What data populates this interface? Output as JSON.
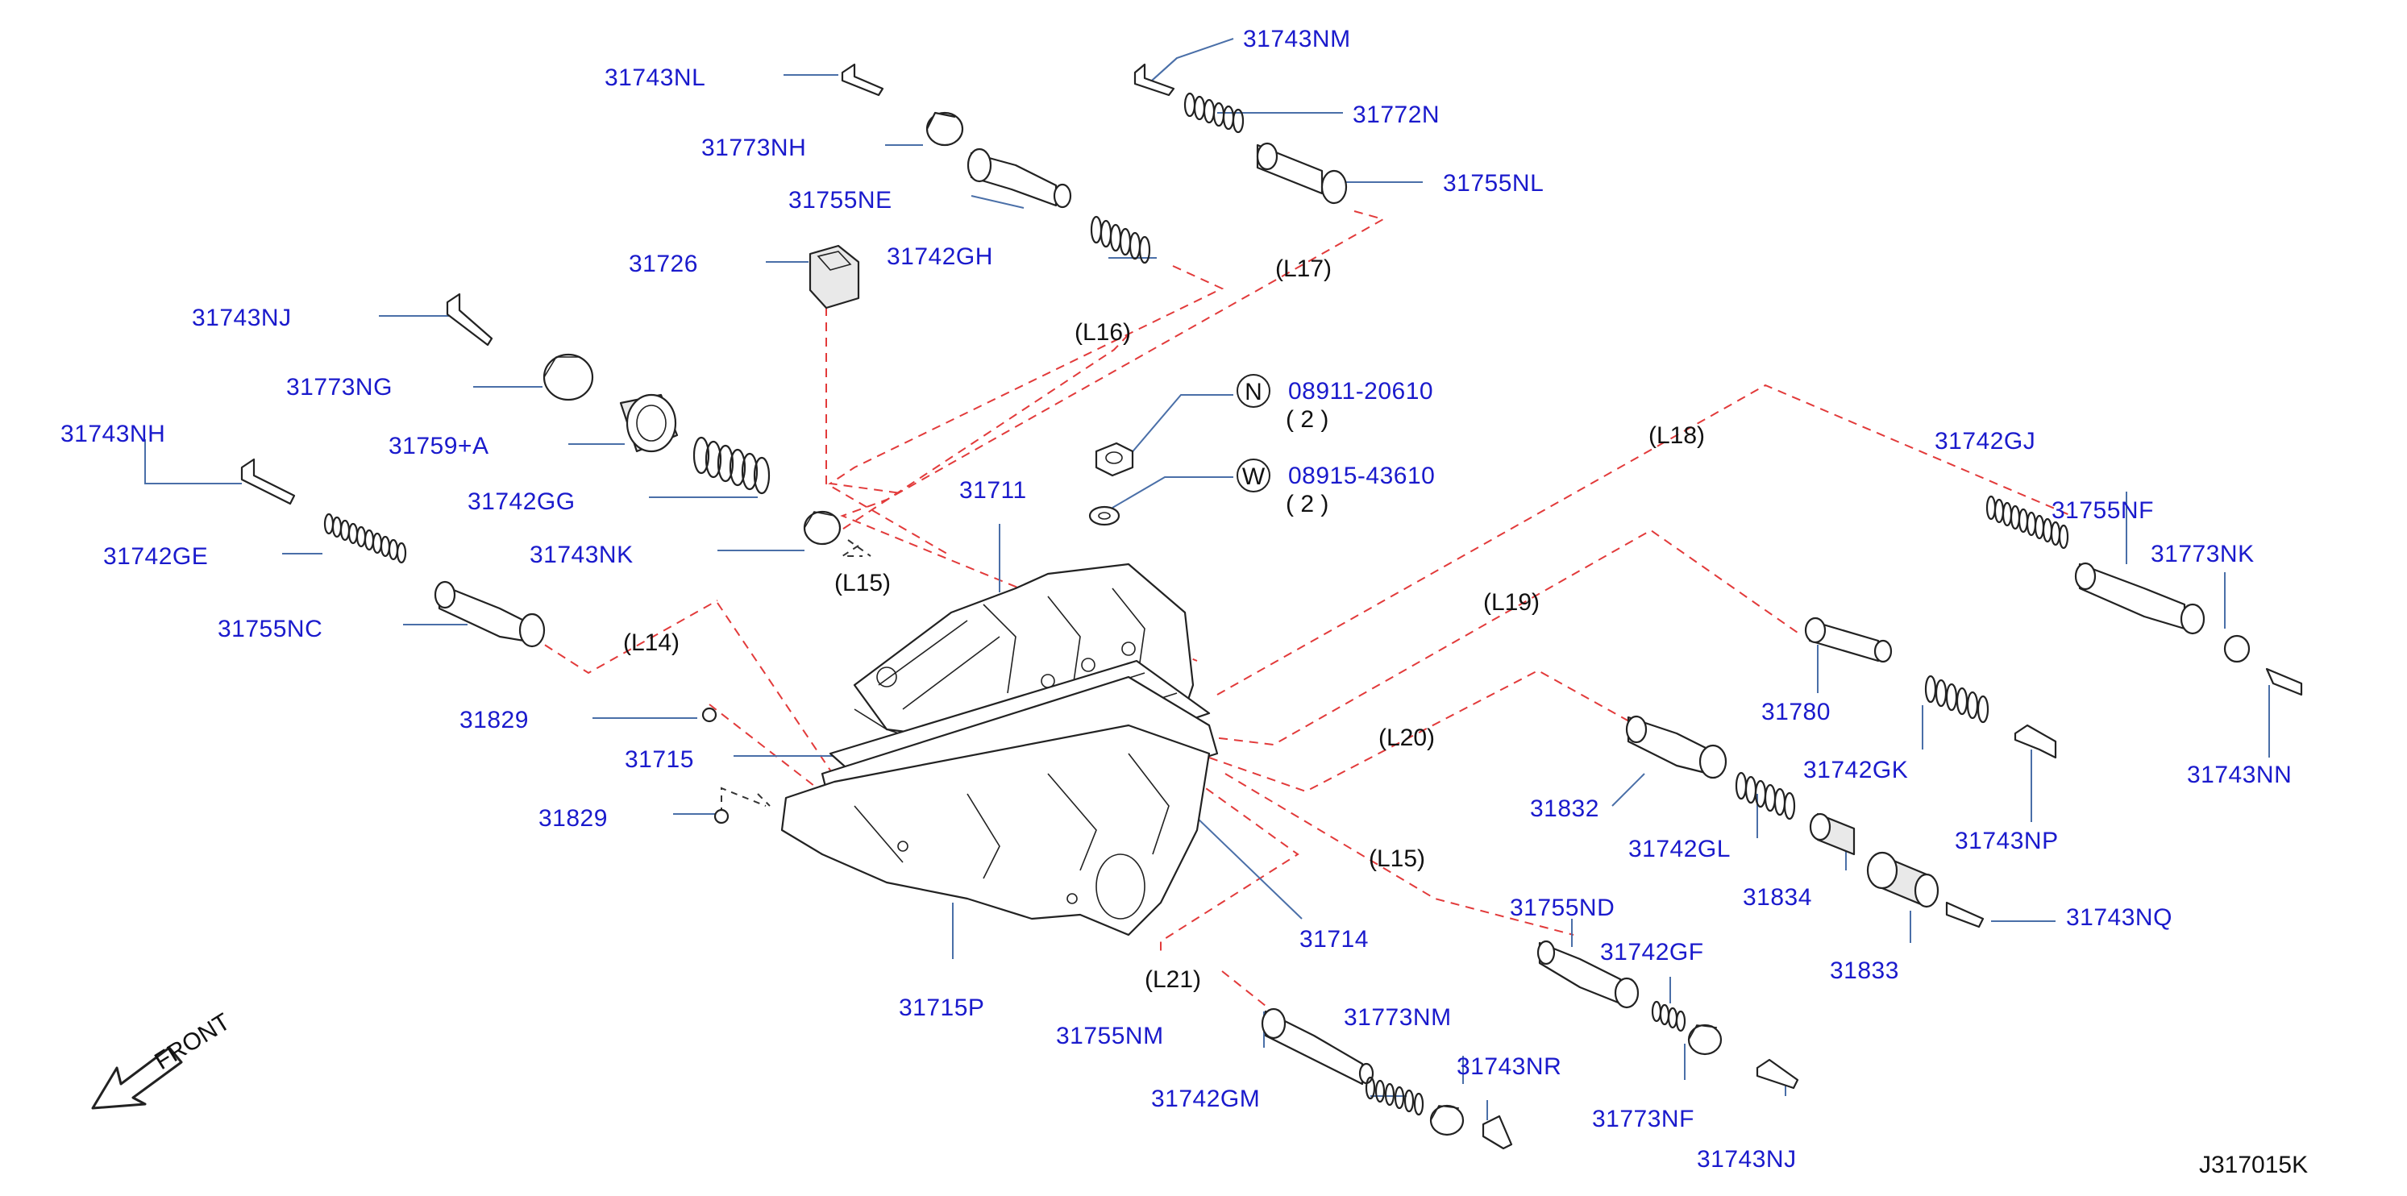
{
  "parts": {
    "p31743NM": "31743NM",
    "p31743NL": "31743NL",
    "p31772N": "31772N",
    "p31773NH": "31773NH",
    "p31755NL": "31755NL",
    "p31755NE": "31755NE",
    "p31726": "31726",
    "p31742GH": "31742GH",
    "p31743NJ_top": "31743NJ",
    "p31773NG": "31773NG",
    "p31759A": "31759+A",
    "p31743NH": "31743NH",
    "p31742GG": "31742GG",
    "p31742GE": "31742GE",
    "p31743NK": "31743NK",
    "p31755NC": "31755NC",
    "p31711": "31711",
    "p31829_a": "31829",
    "p31715": "31715",
    "p31829_b": "31829",
    "p31714": "31714",
    "p31715P": "31715P",
    "p31742GJ": "31742GJ",
    "p31755NF": "31755NF",
    "p31773NK": "31773NK",
    "p31780": "31780",
    "p31742GK": "31742GK",
    "p31743NN": "31743NN",
    "p31743NP": "31743NP",
    "p31832": "31832",
    "p31742GL": "31742GL",
    "p31834": "31834",
    "p31743NQ": "31743NQ",
    "p31833": "31833",
    "p31755ND": "31755ND",
    "p31742GF": "31742GF",
    "p31755NM": "31755NM",
    "p31773NM": "31773NM",
    "p31743NR": "31743NR",
    "p31742GM": "31742GM",
    "p31773NF": "31773NF",
    "p31743NJ_bottom": "31743NJ",
    "p08911": "08911-20610",
    "p08915": "08915-43610"
  },
  "fasteners": {
    "nut_symbol": "N",
    "nut_qty": "( 2 )",
    "washer_symbol": "W",
    "washer_qty": "( 2 )"
  },
  "refs": {
    "L14": "(L14)",
    "L15a": "(L15)",
    "L15b": "(L15)",
    "L16": "(L16)",
    "L17": "(L17)",
    "L18": "(L18)",
    "L19": "(L19)",
    "L20": "(L20)",
    "L21": "(L21)"
  },
  "front_label": "FRONT",
  "diagram_code": "J317015K",
  "colors": {
    "part_number": "#1a1acc",
    "leader": "#4a6fa8",
    "route_dash": "#e23a3a",
    "outline": "#222222"
  }
}
